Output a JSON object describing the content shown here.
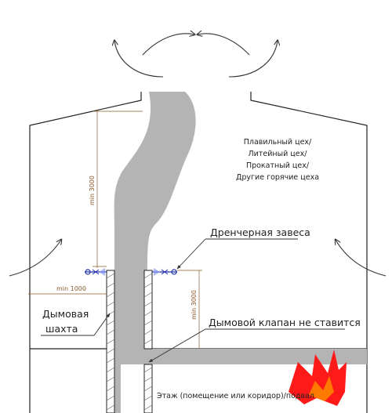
{
  "labels": {
    "workshop": [
      "Плавильный цех/",
      "Литейный цех/",
      "Прокатный цех/",
      "Другие горячие цеха"
    ],
    "drencher": "Дренчерная завеса",
    "shaft_line1": "Дымовая",
    "shaft_line2": "шахта",
    "valve": "Дымовой клапан не ставится",
    "floor": "Этаж (помещение или коридор)/подвал"
  },
  "dimensions": {
    "height_main": "min 3000",
    "width": "min 1000",
    "height_side": "min 3000"
  },
  "colors": {
    "smoke": "#b4b4b4",
    "line": "#222222",
    "dimension": "#8a5a2a",
    "sprinkler": "#2233aa",
    "fire_red": "#ff1a1a",
    "fire_orange": "#ff7a00"
  },
  "icons": [
    "airflow-arrow-icon",
    "sprinkler-icon",
    "fire-icon"
  ]
}
